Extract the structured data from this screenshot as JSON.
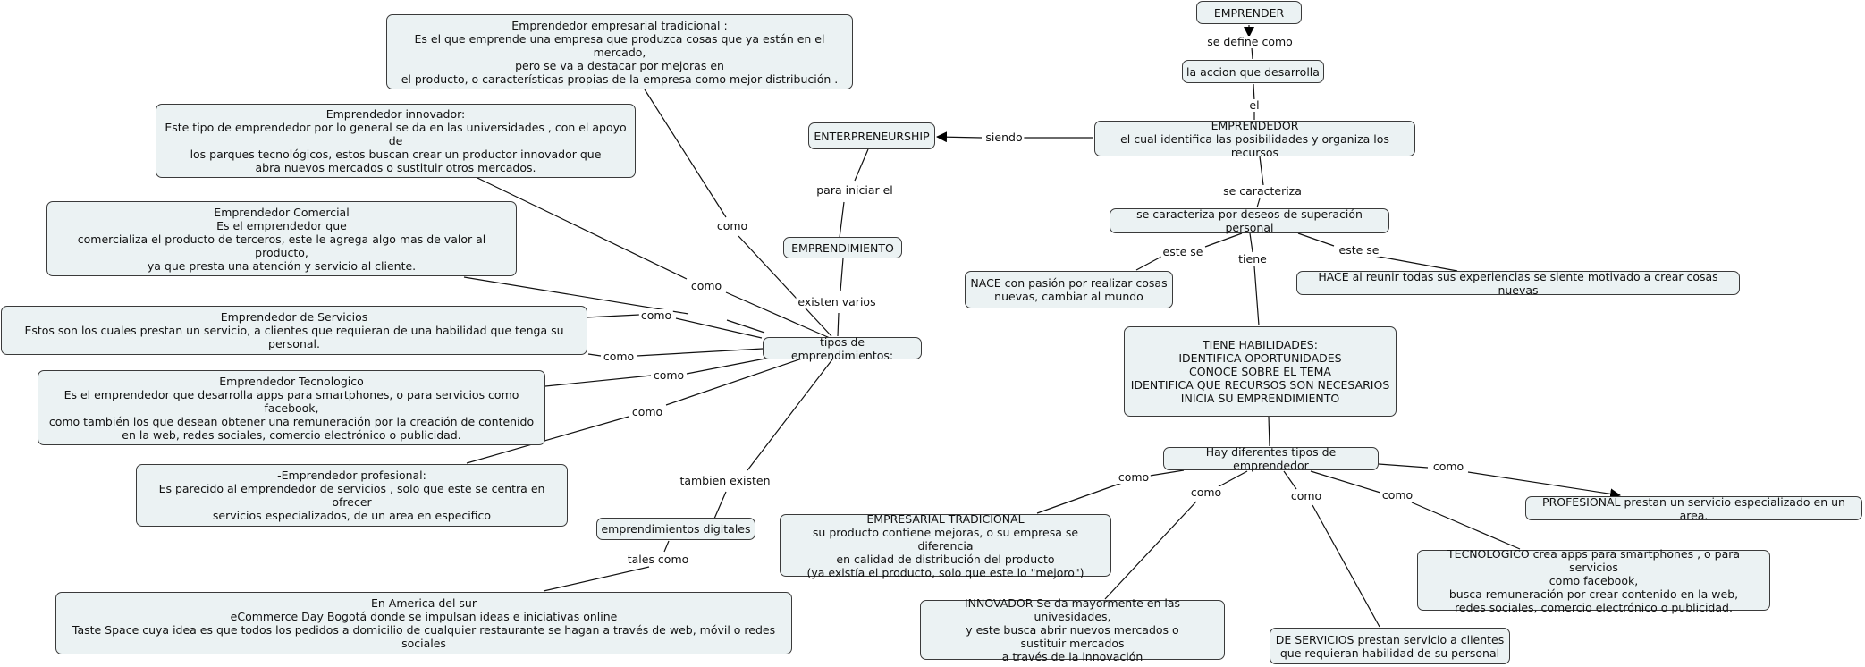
{
  "nodes": {
    "emprender": "EMPRENDER",
    "accion": "la accion que desarrolla",
    "emprendedor": "EMPRENDEDOR\nel cual identifica las posibilidades y organiza los recursos",
    "entrepreneurship": "ENTERPRENEURSHIP",
    "emprendimiento": "EMPRENDIMIENTO",
    "superacion": "se caracteriza por deseos de superación personal",
    "nace": "NACE con pasión por realizar cosas\nnuevas, cambiar al mundo",
    "hace": "HACE al reunir todas sus experiencias se siente motivado a crear cosas nuevas",
    "habilidades": "TIENE HABILIDADES:\nIDENTIFICA OPORTUNIDADES\nCONOCE SOBRE EL TEMA\nIDENTIFICA QUE RECURSOS SON NECESARIOS\nINICIA SU EMPRENDIMIENTO",
    "tipos_emprendedor": "Hay diferentes tipos de emprendedor",
    "empresarial_tradicional": "EMPRESARIAL TRADICIONAL\nsu producto contiene mejoras, o su empresa se diferencia\nen calidad de distribución del producto\n(ya existía el producto, solo que este lo \"mejoro\")",
    "innovador": "INNOVADOR Se da mayormente en las univesidades,\ny este busca abrir nuevos mercados o\nsustituir mercados\na través de la innovación",
    "servicios": "DE SERVICIOS prestan servicio a clientes\nque requieran habilidad de su personal",
    "tecnologico": "TECNOLOGICO crea apps para smartphones , o para servicios\ncomo facebook,\nbusca remuneración por crear contenido en la web,\nredes sociales, comercio electrónico o publicidad.",
    "profesional": "PROFESIONAL prestan un servicio especializado en un area.",
    "tipos_emprendimientos": "tipos de emprendimientos:",
    "emp_empresarial": "Emprendedor empresarial tradicional :\nEs el que emprende una empresa que produzca cosas que ya están en el mercado,\npero se va a destacar por mejoras en\nel producto, o características propias de la empresa como mejor distribución .",
    "emp_innovador": "Emprendedor innovador:\nEste tipo de emprendedor por lo general se da en las universidades , con el apoyo de\nlos parques tecnológicos, estos buscan crear un productor innovador que\nabra nuevos mercados o sustituir otros mercados.",
    "emp_comercial": "Emprendedor Comercial\nEs el emprendedor que\ncomercializa el producto de terceros, este le agrega algo mas de valor al producto,\nya que presta una atención y servicio al cliente.",
    "emp_servicios": "Emprendedor de Servicios\nEstos son los cuales prestan un servicio, a clientes que requieran de una habilidad que tenga su personal.",
    "emp_tecnologico": "Emprendedor Tecnologico\nEs el emprendedor que desarrolla apps para smartphones, o para servicios como facebook,\ncomo también los que desean obtener una remuneración por la creación de contenido\nen la web, redes sociales, comercio electrónico o publicidad.",
    "emp_profesional": "-Emprendedor profesional:\nEs parecido al emprendedor de servicios , solo que este se centra en ofrecer\nservicios especializados, de un area en especifico",
    "digitales": "emprendimientos digitales",
    "america": "En America del sur\neCommerce Day Bogotá donde se impulsan ideas e iniciativas online\nTaste Space cuya idea es que todos los pedidos a domicilio de cualquier restaurante se hagan a través de web, móvil o redes sociales"
  },
  "links": {
    "se_define_como": "se define como",
    "el": "el",
    "siendo": "siendo",
    "para_iniciar_el": "para iniciar el",
    "existen_varios": "existen varios",
    "se_caracteriza": "se caracteriza",
    "este_se_1": "este se",
    "tiene": "tiene",
    "este_se_2": "este se",
    "como_empresarial": "como",
    "como_innovador": "como",
    "como_servicios": "como",
    "como_tecnologico": "como",
    "como_profesional": "como",
    "como_1": "como",
    "como_2": "como",
    "como_3": "como",
    "como_4": "como",
    "como_5": "como",
    "como_6": "como",
    "tambien_existen": "tambien existen",
    "tales_como": "tales como"
  }
}
